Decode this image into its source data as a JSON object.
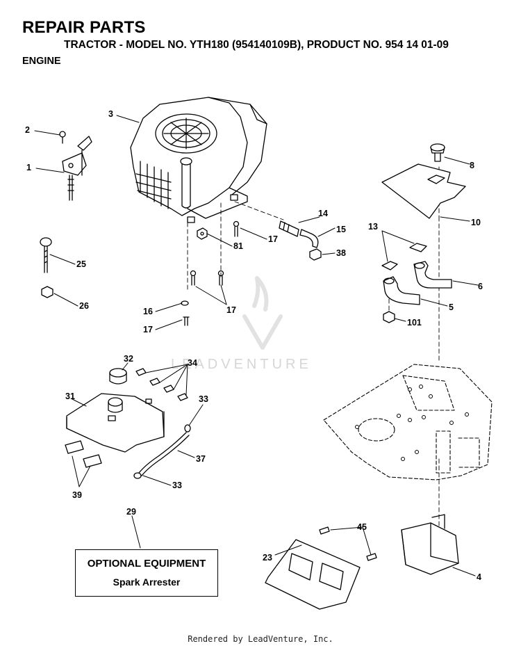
{
  "header": {
    "title": "REPAIR PARTS",
    "subtitle": "TRACTOR - MODEL NO. YTH180 (954140109B), PRODUCT NO. 954 14 01-09",
    "section": "ENGINE"
  },
  "callouts": {
    "c1": "1",
    "c2": "2",
    "c3": "3",
    "c4": "4",
    "c5": "5",
    "c6": "6",
    "c8": "8",
    "c10": "10",
    "c13": "13",
    "c14": "14",
    "c15": "15",
    "c16": "16",
    "c17a": "17",
    "c17b": "17",
    "c17c": "17",
    "c23": "23",
    "c25": "25",
    "c26": "26",
    "c29": "29",
    "c31": "31",
    "c32": "32",
    "c33a": "33",
    "c33b": "33",
    "c34": "34",
    "c37": "37",
    "c38": "38",
    "c39": "39",
    "c45": "45",
    "c81": "81",
    "c101": "101"
  },
  "optional_equipment": {
    "heading": "OPTIONAL EQUIPMENT",
    "item": "Spark Arrester"
  },
  "watermark": "LEADVENTURE",
  "footer": "Rendered by LeadVenture, Inc."
}
